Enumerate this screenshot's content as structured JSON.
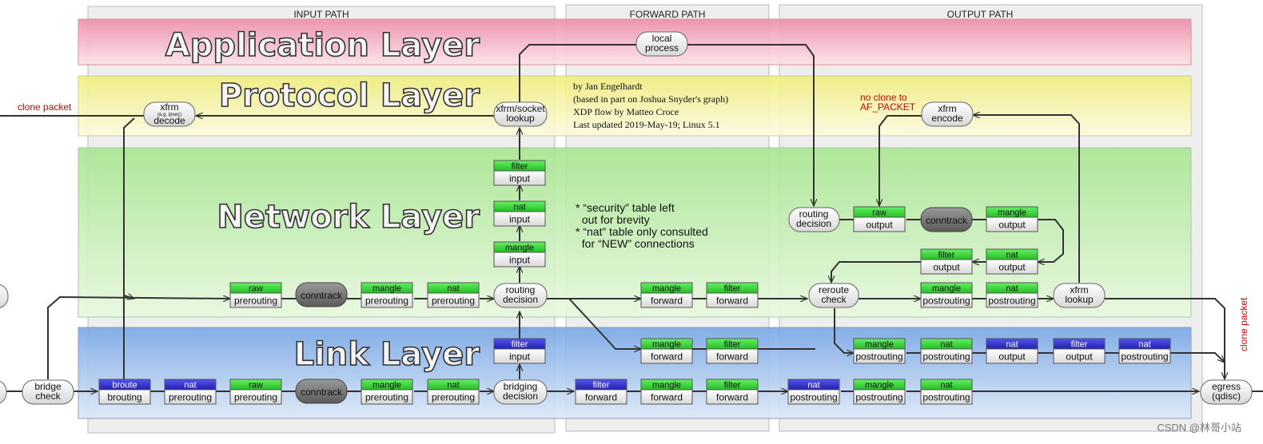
{
  "paths": {
    "input": "INPUT PATH",
    "forward": "FORWARD PATH",
    "output": "OUTPUT PATH"
  },
  "layers": {
    "application": "Application Layer",
    "protocol": "Protocol Layer",
    "network": "Network Layer",
    "link": "Link Layer"
  },
  "credits": [
    "by Jan Engelhardt",
    "(based in part on Joshua Snyder's graph)",
    "XDP flow by Matteo Croce",
    "Last updated 2019-May-19; Linux 5.1"
  ],
  "notes": [
    "* “security” table left",
    "  out for brevity",
    "* “nat” table only consulted",
    "  for “NEW” connections"
  ],
  "side_labels": {
    "clone_left": "clone packet",
    "clone_right": "clone packet",
    "no_clone_1": "no clone to",
    "no_clone_2": "AF_PACKET"
  },
  "rounded_nodes": {
    "local_process": [
      "local",
      "process"
    ],
    "xfrm_socket_lookup": [
      "xfrm/socket",
      "lookup"
    ],
    "xfrm_decode": [
      "xfrm",
      "(e.g. ipsec)",
      "decode"
    ],
    "xfrm_encode": [
      "xfrm",
      "encode"
    ],
    "routing_decision_out": [
      "routing",
      "decision"
    ],
    "routing_decision_in": [
      "routing",
      "decision"
    ],
    "reroute_check": [
      "reroute",
      "check"
    ],
    "xfrm_lookup": [
      "xfrm",
      "lookup"
    ],
    "bridge_check": [
      "bridge",
      "check"
    ],
    "bridging_decision": [
      "bridging",
      "decision"
    ],
    "egress": [
      "egress",
      "(qdisc)"
    ]
  },
  "conntrack_label": "conntrack",
  "tables": {
    "filter": "filter",
    "nat": "nat",
    "mangle": "mangle",
    "raw": "raw",
    "broute": "broute"
  },
  "chains": {
    "input": "input",
    "prerouting": "prerouting",
    "forward": "forward",
    "output": "output",
    "postrouting": "postrouting",
    "brouting": "brouting"
  },
  "colors": {
    "application": "#f2a6bb",
    "protocol": "#f2f29e",
    "network": "#b5ea9f",
    "link": "#8fb6e8",
    "table_green": "#33dd33",
    "table_blue": "#3333cc",
    "clone_red": "#e00000"
  },
  "watermark": "CSDN @林哥小站"
}
